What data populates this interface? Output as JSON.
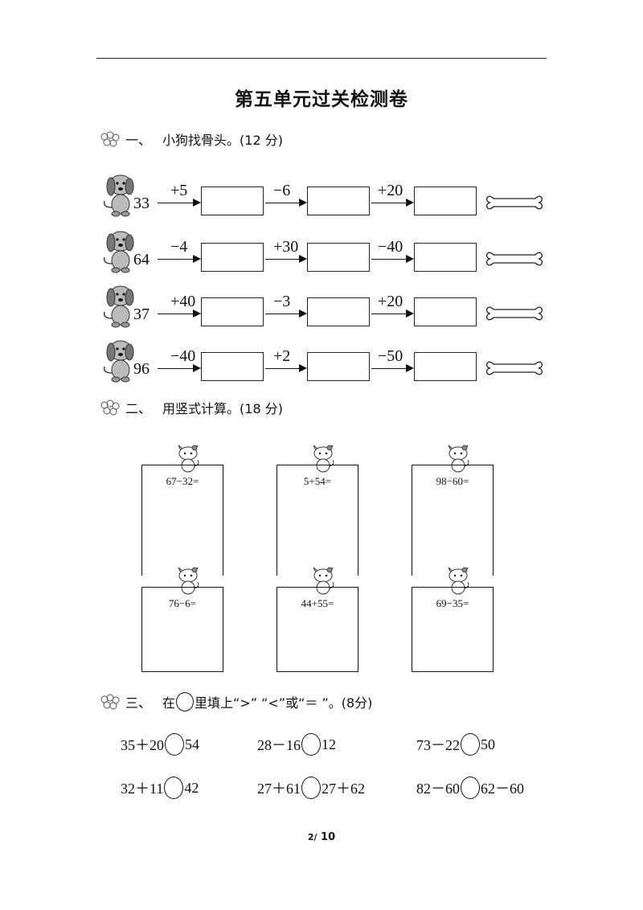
{
  "title": "第五单元过关检测卷",
  "sections": [
    {
      "num": "一、",
      "text": "小狗找骨头。(12 分)"
    },
    {
      "num": "二、",
      "text": "用竖式计算。(18 分)"
    },
    {
      "num": "三、",
      "text_before": "在",
      "text_after": "里填上“>” “<”或“＝ ”。(8分)"
    }
  ],
  "dog_rows": [
    {
      "start": "33",
      "ops": [
        "+5",
        "−6",
        "+20"
      ]
    },
    {
      "start": "64",
      "ops": [
        "−4",
        "+30",
        "−40"
      ]
    },
    {
      "start": "37",
      "ops": [
        "+40",
        "−3",
        "+20"
      ]
    },
    {
      "start": "96",
      "ops": [
        "−40",
        "+2",
        "−50"
      ]
    }
  ],
  "calc_problems": [
    "67−32=",
    "5+54=",
    "98−60=",
    "76−6=",
    "44+55=",
    "69−35="
  ],
  "compare": [
    {
      "left": "35＋20",
      "right": "54"
    },
    {
      "left": "28－16",
      "right": "12"
    },
    {
      "left": "73－22",
      "right": "50"
    },
    {
      "left": "32＋11",
      "right": "42"
    },
    {
      "left": "27＋61",
      "right": "27＋62"
    },
    {
      "left": "82－60",
      "right": "62－60"
    }
  ],
  "footer": {
    "page": "2/",
    "total": "10"
  },
  "icons": {
    "section": "flower-icon",
    "dog": "dog-icon",
    "bone": "bone-icon",
    "cat": "cat-icon"
  }
}
